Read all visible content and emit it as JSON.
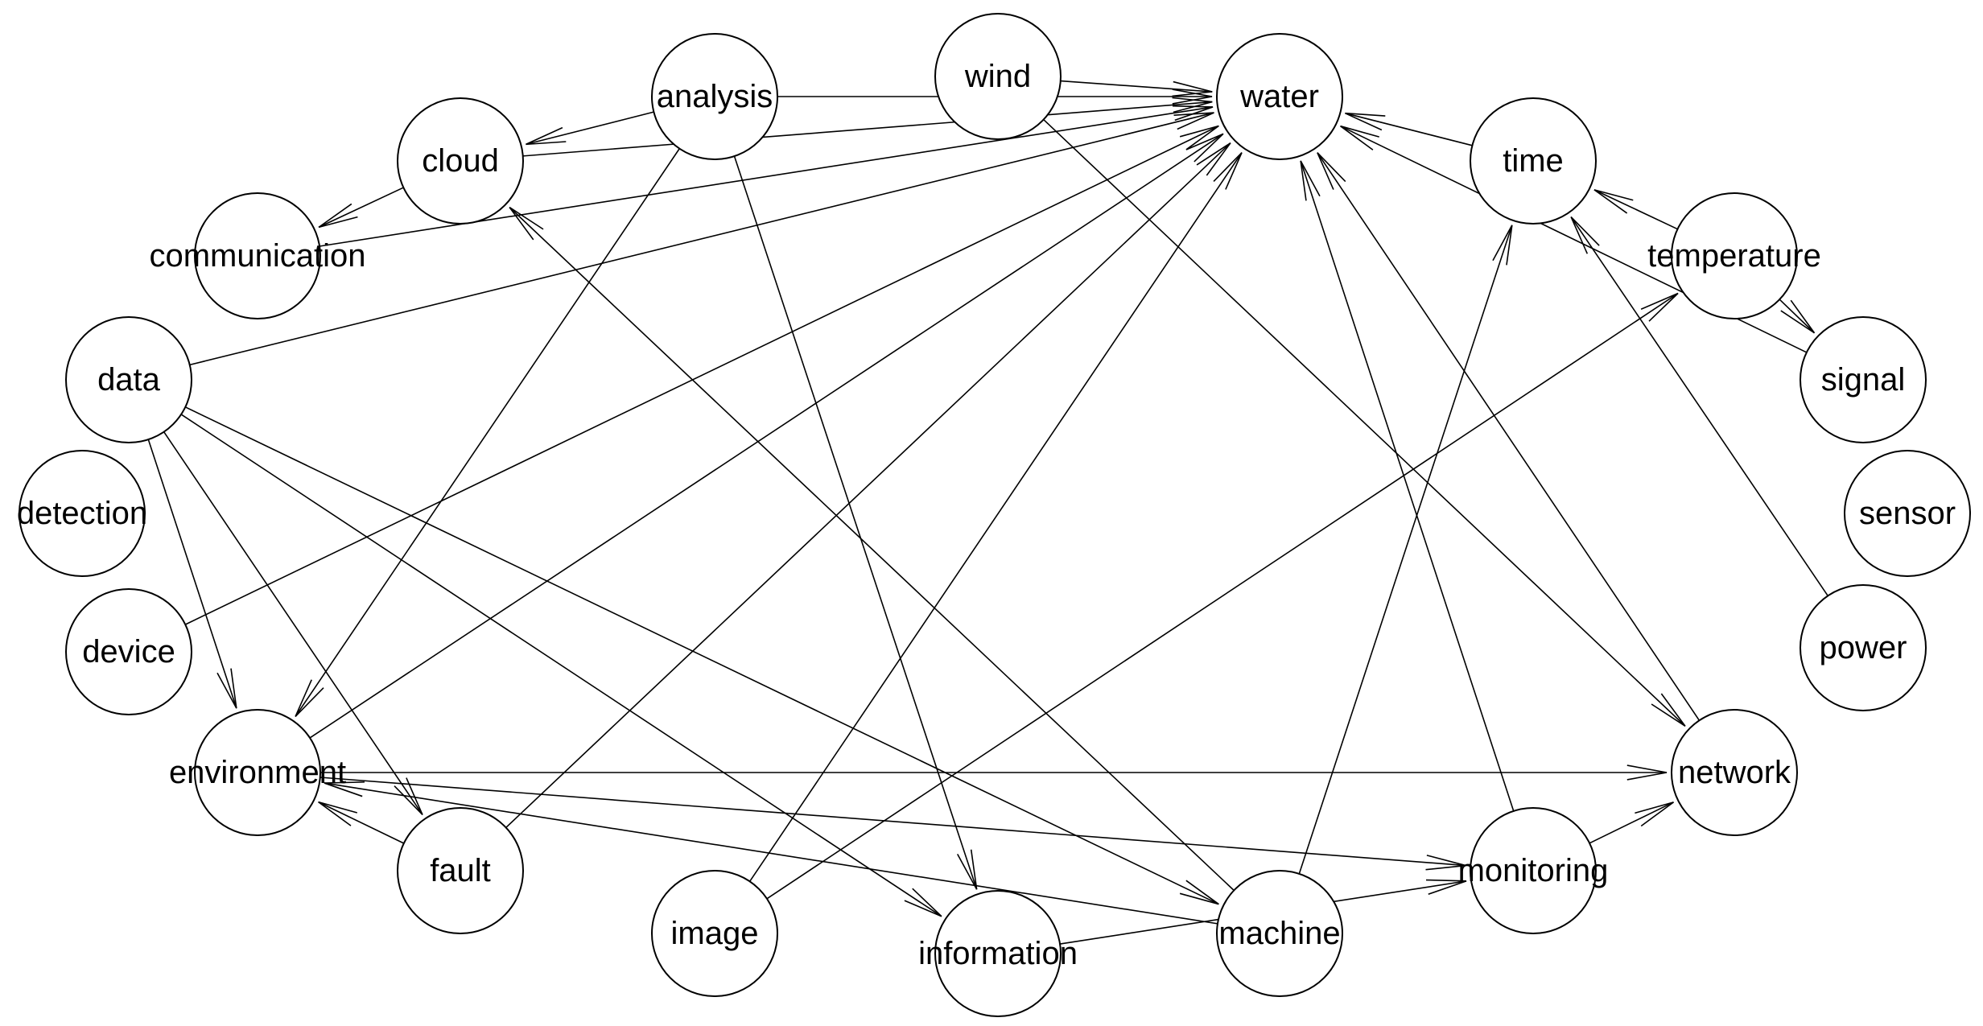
{
  "graph": {
    "colors": {
      "background": "#ffffff",
      "stroke": "#000000"
    },
    "nodes": [
      {
        "id": "water",
        "label": "water"
      },
      {
        "id": "wind",
        "label": "wind"
      },
      {
        "id": "analysis",
        "label": "analysis"
      },
      {
        "id": "cloud",
        "label": "cloud"
      },
      {
        "id": "communication",
        "label": "communication"
      },
      {
        "id": "data",
        "label": "data"
      },
      {
        "id": "detection",
        "label": "detection"
      },
      {
        "id": "device",
        "label": "device"
      },
      {
        "id": "environment",
        "label": "environment"
      },
      {
        "id": "fault",
        "label": "fault"
      },
      {
        "id": "image",
        "label": "image"
      },
      {
        "id": "information",
        "label": "information"
      },
      {
        "id": "machine",
        "label": "machine"
      },
      {
        "id": "monitoring",
        "label": "monitoring"
      },
      {
        "id": "network",
        "label": "network"
      },
      {
        "id": "power",
        "label": "power"
      },
      {
        "id": "sensor",
        "label": "sensor"
      },
      {
        "id": "signal",
        "label": "signal"
      },
      {
        "id": "temperature",
        "label": "temperature"
      },
      {
        "id": "time",
        "label": "time"
      }
    ],
    "edges": [
      {
        "from": "wind",
        "to": "water"
      },
      {
        "from": "analysis",
        "to": "water"
      },
      {
        "from": "analysis",
        "to": "cloud"
      },
      {
        "from": "cloud",
        "to": "water"
      },
      {
        "from": "cloud",
        "to": "communication"
      },
      {
        "from": "communication",
        "to": "water"
      },
      {
        "from": "data",
        "to": "water"
      },
      {
        "from": "device",
        "to": "water"
      },
      {
        "from": "environment",
        "to": "water"
      },
      {
        "from": "fault",
        "to": "water"
      },
      {
        "from": "image",
        "to": "water"
      },
      {
        "from": "time",
        "to": "water"
      },
      {
        "from": "signal",
        "to": "water"
      },
      {
        "from": "monitoring",
        "to": "water"
      },
      {
        "from": "machine",
        "to": "time"
      },
      {
        "from": "power",
        "to": "time"
      },
      {
        "from": "temperature",
        "to": "time"
      },
      {
        "from": "temperature",
        "to": "signal"
      },
      {
        "from": "analysis",
        "to": "environment"
      },
      {
        "from": "analysis",
        "to": "information"
      },
      {
        "from": "wind",
        "to": "network"
      },
      {
        "from": "data",
        "to": "environment"
      },
      {
        "from": "data",
        "to": "fault"
      },
      {
        "from": "data",
        "to": "information"
      },
      {
        "from": "data",
        "to": "machine"
      },
      {
        "from": "environment",
        "to": "network"
      },
      {
        "from": "environment",
        "to": "monitoring"
      },
      {
        "from": "fault",
        "to": "environment"
      },
      {
        "from": "machine",
        "to": "environment"
      },
      {
        "from": "machine",
        "to": "cloud"
      },
      {
        "from": "image",
        "to": "temperature"
      },
      {
        "from": "information",
        "to": "monitoring"
      },
      {
        "from": "monitoring",
        "to": "network"
      },
      {
        "from": "network",
        "to": "water"
      }
    ]
  }
}
